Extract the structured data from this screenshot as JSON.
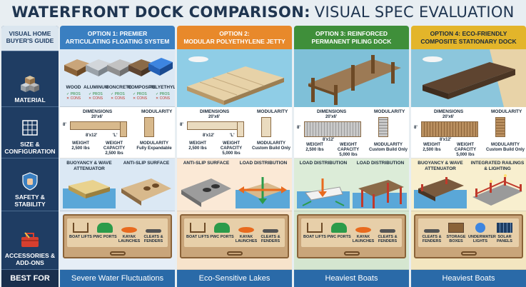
{
  "title": {
    "bold": "WATERFRONT DOCK COMPARISON:",
    "rest": "VISUAL SPEC EVALUATION"
  },
  "sidebar": {
    "guide": "VISUAL HOME BUYER'S GUIDE",
    "rows": [
      {
        "label": "MATERIAL",
        "icon": "cubes-icon"
      },
      {
        "label": "SIZE & CONFIGURATION",
        "icon": "ruler-grid-icon"
      },
      {
        "label": "SAFETY & STABILITY",
        "icon": "shield-hand-icon"
      },
      {
        "label": "ACCESSORIES & ADD-ONS",
        "icon": "toolbox-icon"
      }
    ],
    "best_for": "BEST FOR"
  },
  "options": [
    {
      "head1": "OPTION 1: PREMIER",
      "head2": "ARTICULATING FLOATING SYSTEM",
      "color": "#3a7fc1",
      "bg": "#dbe8f4",
      "materials": [
        {
          "name": "WOOD",
          "pros": "PROS",
          "cons": "CONS",
          "color": "#a9835a"
        },
        {
          "name": "ALUMINUM",
          "pros": "PROS",
          "cons": "CONS",
          "color": "#b8bec4"
        },
        {
          "name": "CONCRETE",
          "pros": "PROS",
          "cons": "CONS",
          "color": "#9a9a9a"
        },
        {
          "name": "COMPOSITE",
          "pros": "PROS",
          "cons": "CONS",
          "color": "#6b4e34"
        },
        {
          "name": "POLYETHYLENE",
          "pros": "PROS",
          "cons": "CONS",
          "color": "#2f6fd0"
        }
      ],
      "dims": "DIMENSIONS",
      "dim_main": "20'x6'",
      "dim_side": "8'",
      "dim_sub": "8'x12'",
      "dim_l": "'L'",
      "modularity": "MODULARITY",
      "specs": [
        {
          "k": "WEIGHT",
          "v": "2,500 lbs"
        },
        {
          "k": "WEIGHT CAPACITY",
          "v": "2,500 lbs"
        },
        {
          "k": "MODULARITY",
          "v": "Fully Expandable"
        }
      ],
      "safety": [
        "BUOYANCY & WAVE ATTENUATOR",
        "ANTI-SLIP SURFACE"
      ],
      "accessories": [
        "BOAT LIFTS",
        "PWC PORTS",
        "KAYAK LAUNCHES",
        "CLEATS & FENDERS"
      ],
      "best": "Severe Water Fluctuations"
    },
    {
      "head1": "OPTION 2:",
      "head2": "MODULAR POLYETHYLENE JETTY",
      "color": "#e8892b",
      "bg": "#fbe9d6",
      "dims": "DIMENSIONS",
      "dim_main": "20'x6'",
      "dim_side": "8'",
      "dim_sub": "8'x12'",
      "dim_l": "'L'",
      "modularity": "MODULARITY",
      "specs": [
        {
          "k": "WEIGHT",
          "v": "2,500 lbs"
        },
        {
          "k": "WEIGHT CAPACITY",
          "v": "5,000 lbs"
        },
        {
          "k": "MODULARITY",
          "v": "Custom Build Only"
        }
      ],
      "safety": [
        "ANTI-SLIP SURFACE",
        "LOAD DISTRIBUTION"
      ],
      "accessories": [
        "BOAT LIFTS",
        "PWC PORTS",
        "KAYAK LAUNCHES",
        "CLEATS & FENDERS"
      ],
      "best": "Eco-Sensitive Lakes"
    },
    {
      "head1": "OPTION 3: REINFORCED",
      "head2": "PERMANENT PILING DOCK",
      "color": "#3f8f3a",
      "bg": "#dcecd8",
      "dims": "DIMENSIONS",
      "dim_main": "20'x6'",
      "dim_side": "8'",
      "dim_sub": "8'x12'",
      "modularity": "MODULARITY",
      "specs": [
        {
          "k": "WEIGHT",
          "v": "2,500 lbs"
        },
        {
          "k": "WEIGHT CAPACITY",
          "v": "5,000 lbs"
        },
        {
          "k": "MODULARITY",
          "v": "Custom Build Only"
        }
      ],
      "safety": [
        "LOAD DISTRIBUTION",
        "LOAD DISTRIBUTION"
      ],
      "accessories": [
        "BOAT LIFTS",
        "PWC PORTS",
        "KAYAK LAUNCHES",
        "CLEATS & FENDERS"
      ],
      "best": "Heaviest Boats"
    },
    {
      "head1": "OPTION 4: ECO-FRIENDLY",
      "head2": "COMPOSITE STATIONARY DOCK",
      "color": "#e3b52a",
      "bg": "#f8efcf",
      "dims": "DIMENSIONS",
      "dim_main": "20'x6'",
      "dim_side": "8'",
      "dim_sub": "8'x12'",
      "modularity": "MODULARITY",
      "specs": [
        {
          "k": "WEIGHT",
          "v": "2,500 lbs"
        },
        {
          "k": "WEIGHT CAPACITY",
          "v": "5,000 lbs"
        },
        {
          "k": "MODULARITY",
          "v": "Custom Build Only"
        }
      ],
      "safety": [
        "BUOYANCY & WAVE ATTENUATOR",
        "INTEGRATED RAILINGS & LIGHTING"
      ],
      "accessories": [
        "CLEATS & FENDERS",
        "STORAGE BOXES",
        "UNDERWATER LIGHTS",
        "SOLAR PANELS"
      ],
      "best": "Heaviest Boats"
    }
  ]
}
